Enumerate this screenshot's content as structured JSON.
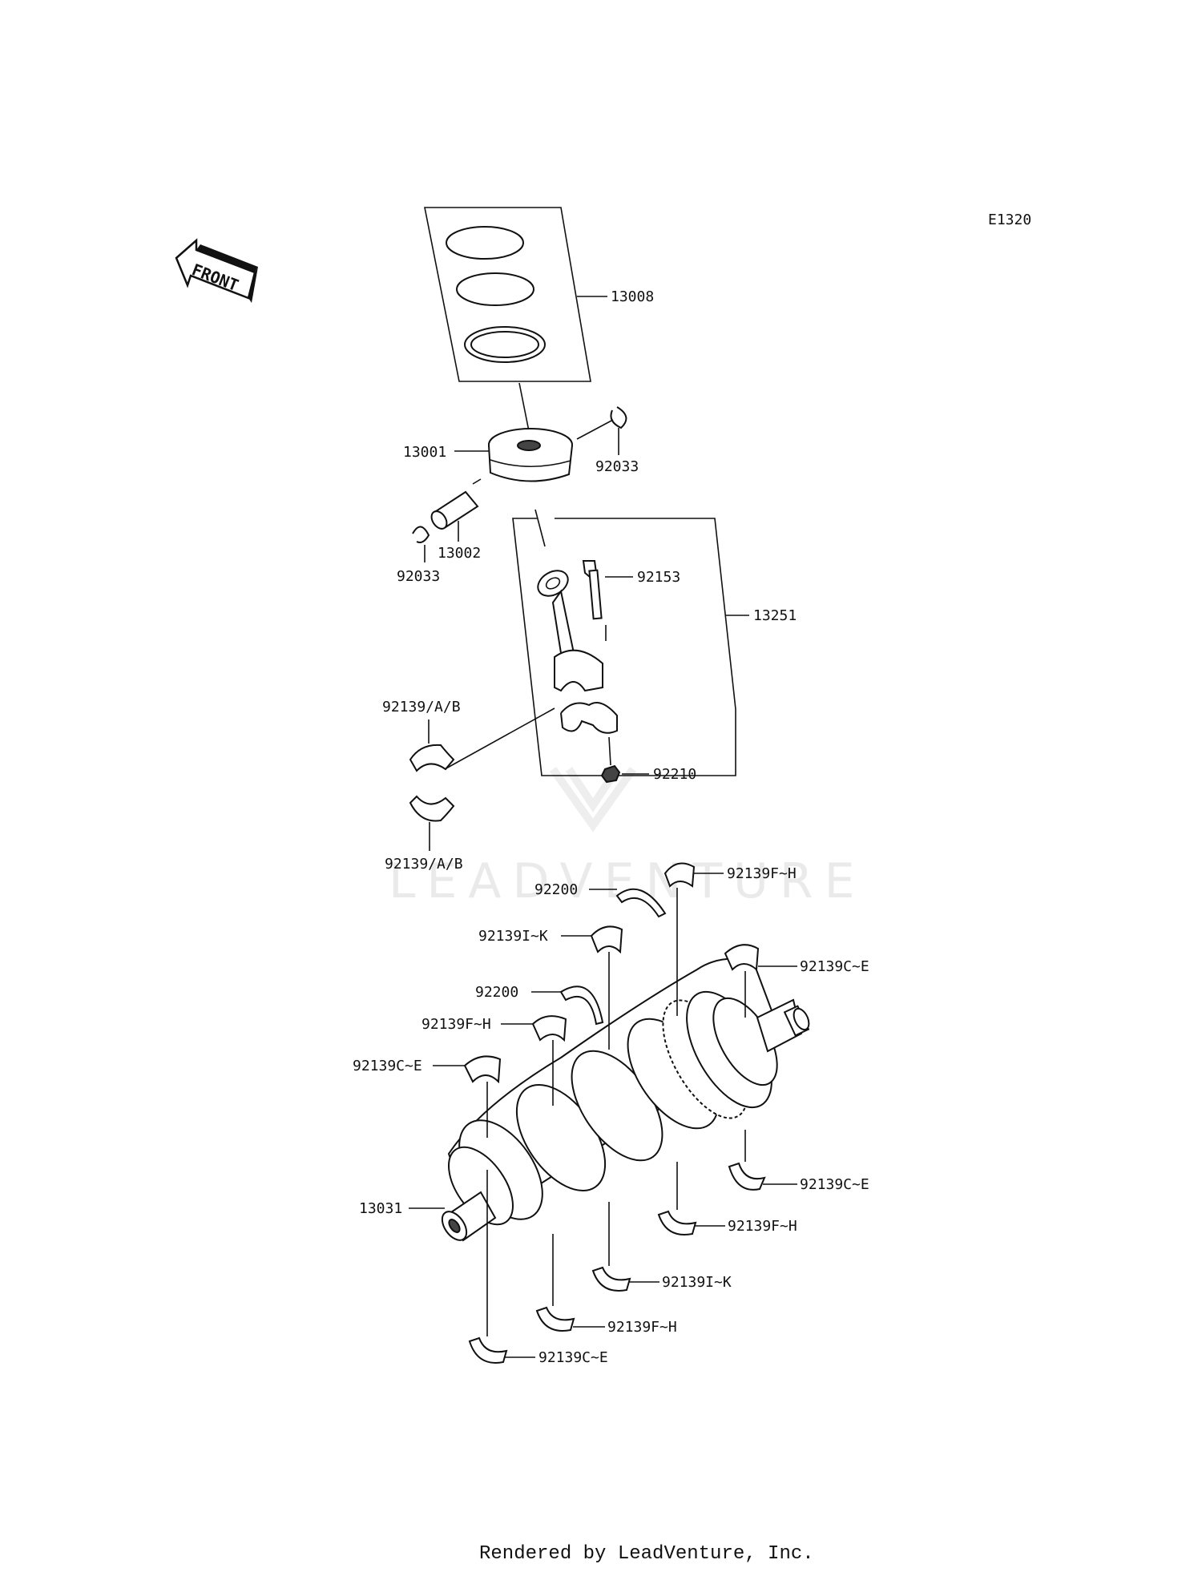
{
  "diagram_code": "E1320",
  "front_label": "FRONT",
  "watermark": "LEADVENTURE",
  "footer": "Rendered by LeadVenture, Inc.",
  "labels": {
    "p13008": "13008",
    "p13001": "13001",
    "p92033_right": "92033",
    "p13002": "13002",
    "p92033_left": "92033",
    "p92153": "92153",
    "p13251": "13251",
    "p92139ab_top": "92139/A/B",
    "p92210": "92210",
    "p92139ab_bottom": "92139/A/B",
    "p92139fh_top": "92139F~H",
    "p92200_upper": "92200",
    "p92139ik_upper": "92139I~K",
    "p92139ce_right_upper": "92139C~E",
    "p92200_lower": "92200",
    "p92139fh_left": "92139F~H",
    "p92139ce_left": "92139C~E",
    "p13031": "13031",
    "p92139ce_right_lower": "92139C~E",
    "p92139fh_right": "92139F~H",
    "p92139ik_lower": "92139I~K",
    "p92139fh_bottom": "92139F~H",
    "p92139ce_bottom": "92139C~E"
  }
}
